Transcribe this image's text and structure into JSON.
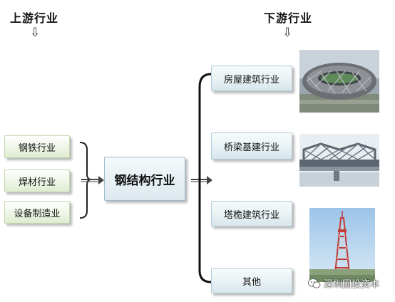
{
  "headings": {
    "upstream": "上游行业",
    "downstream": "下游行业"
  },
  "upstream_items": [
    "钢铁行业",
    "焊材行业",
    "设备制造业"
  ],
  "center_label": "钢结构行业",
  "downstream_items": [
    "房屋建筑行业",
    "桥梁基建行业",
    "塔桅建筑行业",
    "其他"
  ],
  "watermark": "深圳国投资本",
  "icons": [
    "down-arrow-icon",
    "right-arrow-icon",
    "wechat-icon"
  ],
  "colors": {
    "upstream_box": "#e7f1dc",
    "center_box": "#dfeaf0",
    "downstream_box": "#e4eef2"
  }
}
